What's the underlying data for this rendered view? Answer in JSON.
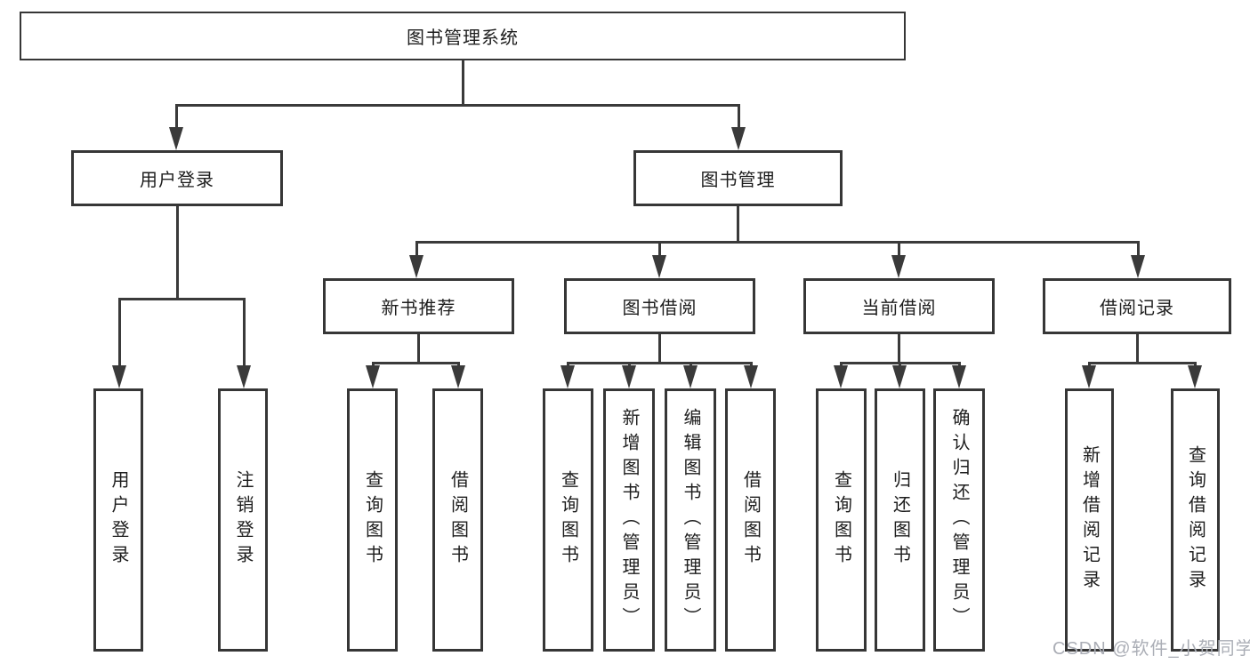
{
  "diagram": {
    "watermark": "CSDN @软件_小贺同学",
    "colors": {
      "line": "#3a3a3a",
      "box_border": "#363636",
      "box_background": "#ffffff",
      "text": "#1d1d1d",
      "watermark": "#abaeb6"
    },
    "nodes": {
      "root": {
        "label": "图书管理系统"
      },
      "user_login_group": {
        "label": "用户登录"
      },
      "book_mgmt": {
        "label": "图书管理"
      },
      "new_book_rec": {
        "label": "新书推荐"
      },
      "book_borrow": {
        "label": "图书借阅"
      },
      "current_borrow": {
        "label": "当前借阅"
      },
      "borrow_records": {
        "label": "借阅记录"
      },
      "user_login": {
        "label": "用户登录"
      },
      "logout": {
        "label": "注销登录"
      },
      "nb_query_book": {
        "label": "查询图书"
      },
      "nb_borrow_book": {
        "label": "借阅图书"
      },
      "bb_query_book": {
        "label": "查询图书"
      },
      "bb_add_book": {
        "label": "新增图书（管理员）"
      },
      "bb_edit_book": {
        "label": "编辑图书（管理员）"
      },
      "bb_borrow_book": {
        "label": "借阅图书"
      },
      "cb_query_book": {
        "label": "查询图书"
      },
      "cb_return_book": {
        "label": "归还图书"
      },
      "cb_confirm_return": {
        "label": "确认归还（管理员）"
      },
      "br_add_record": {
        "label": "新增借阅记录"
      },
      "br_query_record": {
        "label": "查询借阅记录"
      }
    }
  }
}
